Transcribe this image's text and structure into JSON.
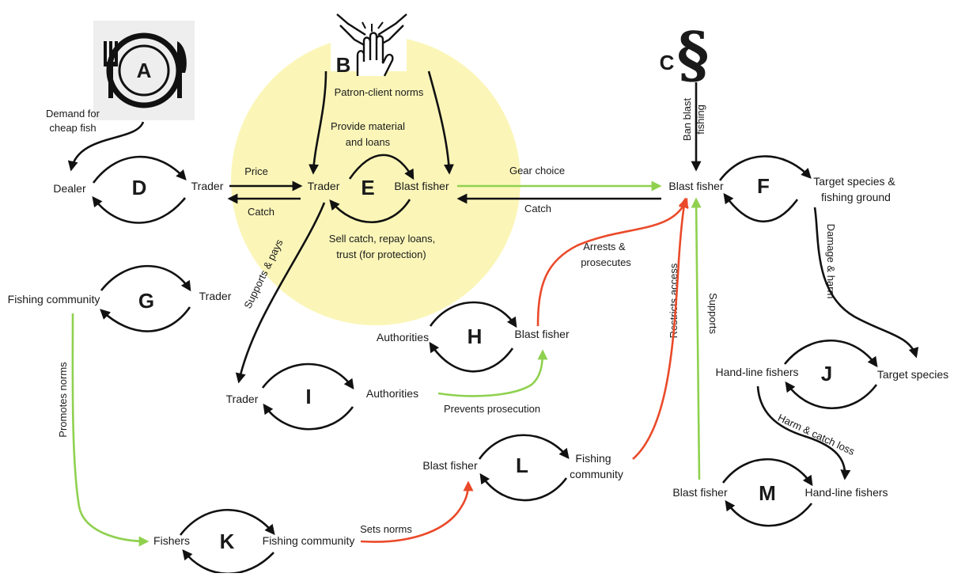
{
  "colors": {
    "highlight": "#fbf6b8",
    "black_arrow": "#111111",
    "green_arrow": "#8fd14f",
    "red_arrow": "#ea4a2a"
  },
  "icons": {
    "A": "plate-cutlery-icon",
    "B": "handshake-icon",
    "C": "section-sign-icon"
  },
  "letters": [
    "A",
    "B",
    "C",
    "D",
    "E",
    "F",
    "G",
    "H",
    "I",
    "J",
    "K",
    "L",
    "M"
  ],
  "nodes": {
    "dealer": "Dealer",
    "trader_d": "Trader",
    "trader_e": "Trader",
    "blast_e": "Blast fisher",
    "blast_f": "Blast fisher",
    "target_ground": "Target species &",
    "target_ground2": "fishing ground",
    "fishing_comm_g": "Fishing community",
    "trader_g": "Trader",
    "authorities_h": "Authorities",
    "blast_h": "Blast fisher",
    "trader_i": "Trader",
    "authorities_i": "Authorities",
    "handline_j": "Hand-line fishers",
    "target_j": "Target species",
    "blast_l": "Blast fisher",
    "fishing_l1": "Fishing",
    "fishing_l2": "community",
    "blast_m": "Blast fisher",
    "handline_m": "Hand-line fishers",
    "fishers_k": "Fishers",
    "fishing_comm_k": "Fishing community"
  },
  "labels": {
    "demand1": "Demand for",
    "demand2": "cheap fish",
    "patron": "Patron-client norms",
    "provide1": "Provide material",
    "provide2": "and loans",
    "price": "Price",
    "catch_de": "Catch",
    "sell1": "Sell catch, repay loans,",
    "sell2": "trust (for protection)",
    "gear": "Gear choice",
    "catch_ef": "Catch",
    "ban1": "Ban blast",
    "ban2": "fishing",
    "damage": "Damage & harm",
    "supports_pays": "Supports & pays",
    "arrests1": "Arrests &",
    "arrests2": "prosecutes",
    "restricts": "Restricts access",
    "supports": "Supports",
    "promotes": "Promotes norms",
    "prevents": "Prevents prosecution",
    "harm1": "Harm & catch loss",
    "sets_norms": "Sets norms"
  }
}
